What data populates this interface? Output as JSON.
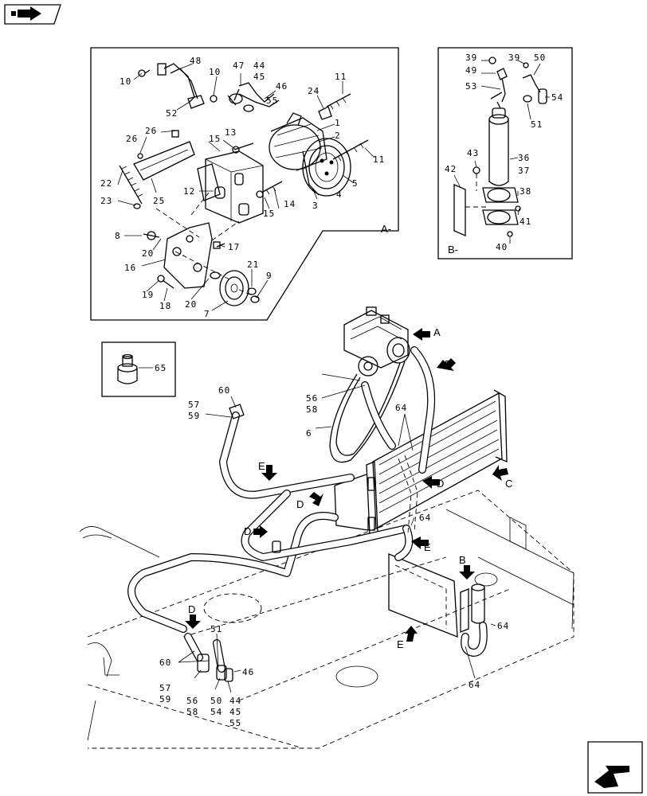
{
  "detail_a": {
    "caption": "A-",
    "labels": [
      "10",
      "48",
      "52",
      "10",
      "47",
      "44",
      "45",
      "46",
      "55",
      "24",
      "11",
      "1",
      "2",
      "3",
      "4",
      "5",
      "11",
      "26",
      "26",
      "15",
      "13",
      "22",
      "25",
      "12",
      "23",
      "14",
      "15",
      "8",
      "20",
      "16",
      "17",
      "21",
      "9",
      "19",
      "18",
      "20",
      "7"
    ]
  },
  "detail_b": {
    "caption": "B-",
    "labels": [
      "39",
      "49",
      "53",
      "39",
      "50",
      "54",
      "51",
      "36",
      "37",
      "43",
      "42",
      "38",
      "41",
      "40"
    ]
  },
  "detail_65": {
    "label": "65"
  },
  "main": {
    "labels": [
      "60",
      "57",
      "59",
      "56",
      "58",
      "6",
      "64",
      "64",
      "64",
      "64",
      "60",
      "57",
      "59",
      "56",
      "58",
      "51",
      "50",
      "54",
      "46",
      "44",
      "45",
      "55"
    ],
    "callouts": [
      "A",
      "D",
      "C",
      "D",
      "E",
      "D",
      "D",
      "E",
      "B",
      "D",
      "E"
    ]
  }
}
